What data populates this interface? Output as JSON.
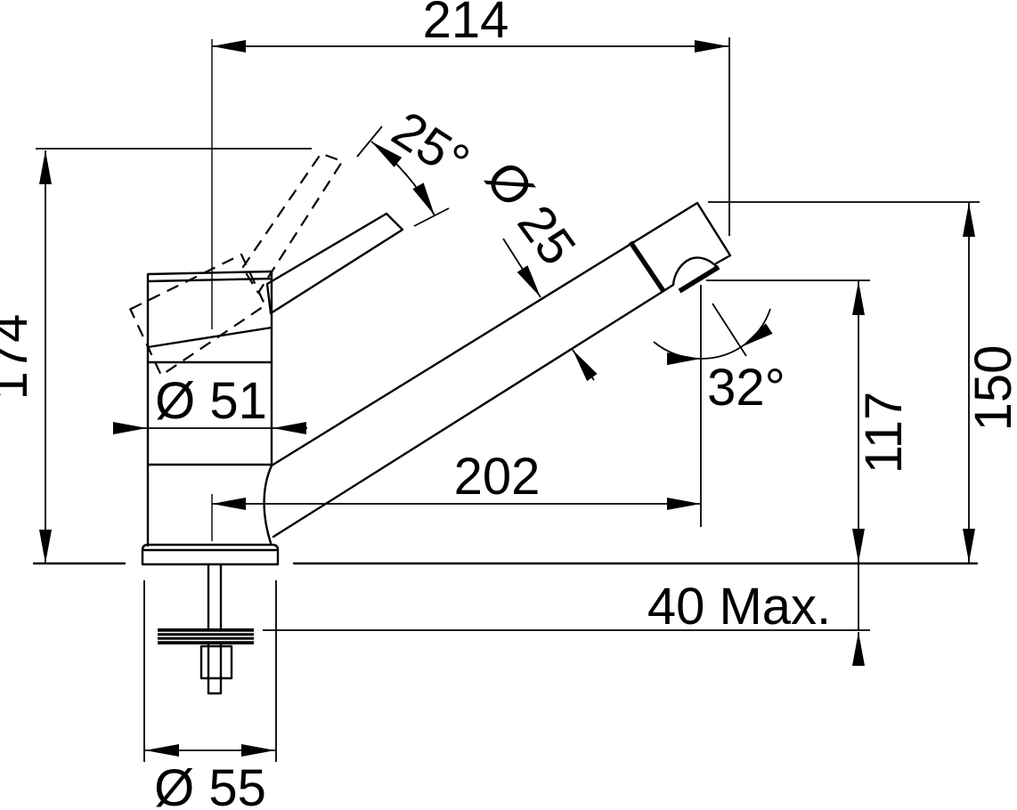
{
  "drawing": {
    "kind": "faucet-installation-dimension-drawing",
    "background_color": "#ffffff",
    "line_color": "#000000",
    "labels": {
      "overall_reach": "214",
      "total_height": "174",
      "handle_angle": "25°",
      "spout_diameter": "Ø 25",
      "body_diameter": "Ø 51",
      "spout_reach": "202",
      "outlet_angle": "32°",
      "outlet_height": "117",
      "spout_height": "150",
      "max_counter_thickness": "40 Max.",
      "base_diameter": "Ø 55"
    }
  }
}
